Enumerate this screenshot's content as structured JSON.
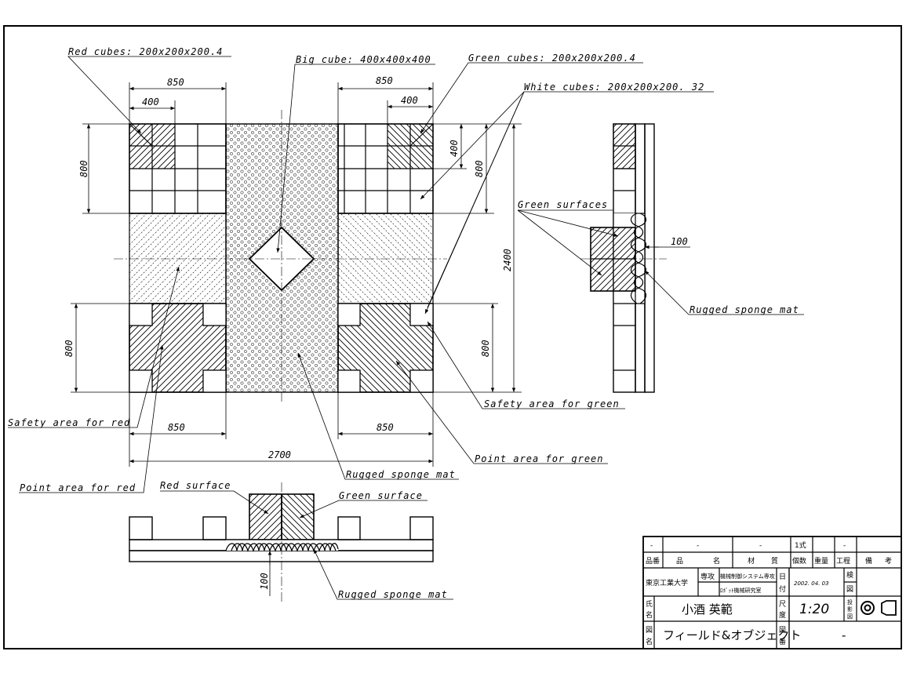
{
  "labels": {
    "red_cubes": "Red cubes: 200x200x200.4",
    "big_cube": "Big cube: 400x400x400",
    "green_cubes": "Green cubes: 200x200x200.4",
    "white_cubes": "White cubes: 200x200x200. 32",
    "green_surfaces": "Green surfaces",
    "rugged_sponge_mat_side": "Rugged sponge mat",
    "safety_area_green": "Safety area for green",
    "safety_area_red": "Safety area for red",
    "point_area_green": "Point area for green",
    "rugged_sponge_mat_center": "Rugged sponge mat",
    "point_area_red": "Point area for red",
    "red_surface": "Red surface",
    "green_surface": "Green surface",
    "rugged_sponge_mat_bottom": "Rugged sponge mat"
  },
  "dimensions": {
    "top_left_850": "850",
    "top_left_400": "400",
    "top_right_850": "850",
    "top_right_400": "400",
    "left_800_top": "800",
    "right_400": "400",
    "right_800_top": "800",
    "overall_2400": "2400",
    "left_800_bottom": "800",
    "right_800_bottom": "800",
    "bottom_left_850": "850",
    "bottom_right_850": "850",
    "overall_2700": "2700",
    "side_100": "100",
    "front_100": "100"
  },
  "title_block": {
    "row1": [
      "-",
      "-",
      "-",
      "1式",
      "-"
    ],
    "headers": [
      "品番",
      "品",
      "名",
      "材",
      "質",
      "個数",
      "重量",
      "工程",
      "備",
      "考"
    ],
    "university": "東京工業大学",
    "major": "専攻",
    "dept1": "機械制御システム専攻",
    "dept2": "ﾛﾎﾞｯﾄ機械研究室",
    "date_label": [
      "日",
      "付"
    ],
    "date": "2002. 04. 03",
    "check_label": [
      "検",
      "図"
    ],
    "name_label": [
      "氏",
      "名"
    ],
    "name": "小酒  英範",
    "scale_label": [
      "尺",
      "度"
    ],
    "scale": "1:20",
    "projection_label": [
      "投",
      "影",
      "図"
    ],
    "drawing_name_label": [
      "図",
      "名"
    ],
    "drawing_name": "フィールド&オブジェクト",
    "drawing_no_label": [
      "図",
      "番"
    ],
    "drawing_no": "-"
  }
}
